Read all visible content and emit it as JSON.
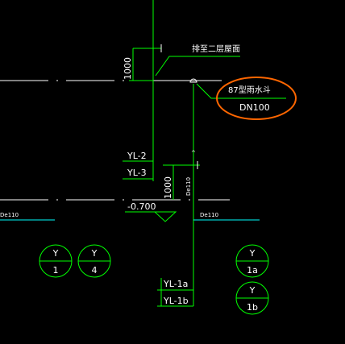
{
  "annotations": {
    "drain_note": "排至二层屋面",
    "dim_upper": "1000",
    "dim_lower": "1000",
    "drain_type": "87型雨水斗",
    "drain_size": "DN100",
    "pipe_yl2": "YL-2",
    "pipe_yl3": "YL-3",
    "pipe_yl1a": "YL-1a",
    "pipe_yl1b": "YL-1b",
    "level": "-0.700",
    "de_left": "De110",
    "de_right": "De110",
    "de_vertical": "De110"
  },
  "axis_bubbles": [
    {
      "top": "Y",
      "bottom": "1"
    },
    {
      "top": "Y",
      "bottom": "4"
    },
    {
      "top": "Y",
      "bottom": "1a"
    },
    {
      "top": "Y",
      "bottom": "1b"
    }
  ],
  "colors": {
    "background": "#000000",
    "pipe": "#00ff00",
    "text": "#ffffff",
    "axis_line": "#ffffff",
    "cyan": "#00ffff",
    "markup": "#ff6600"
  }
}
